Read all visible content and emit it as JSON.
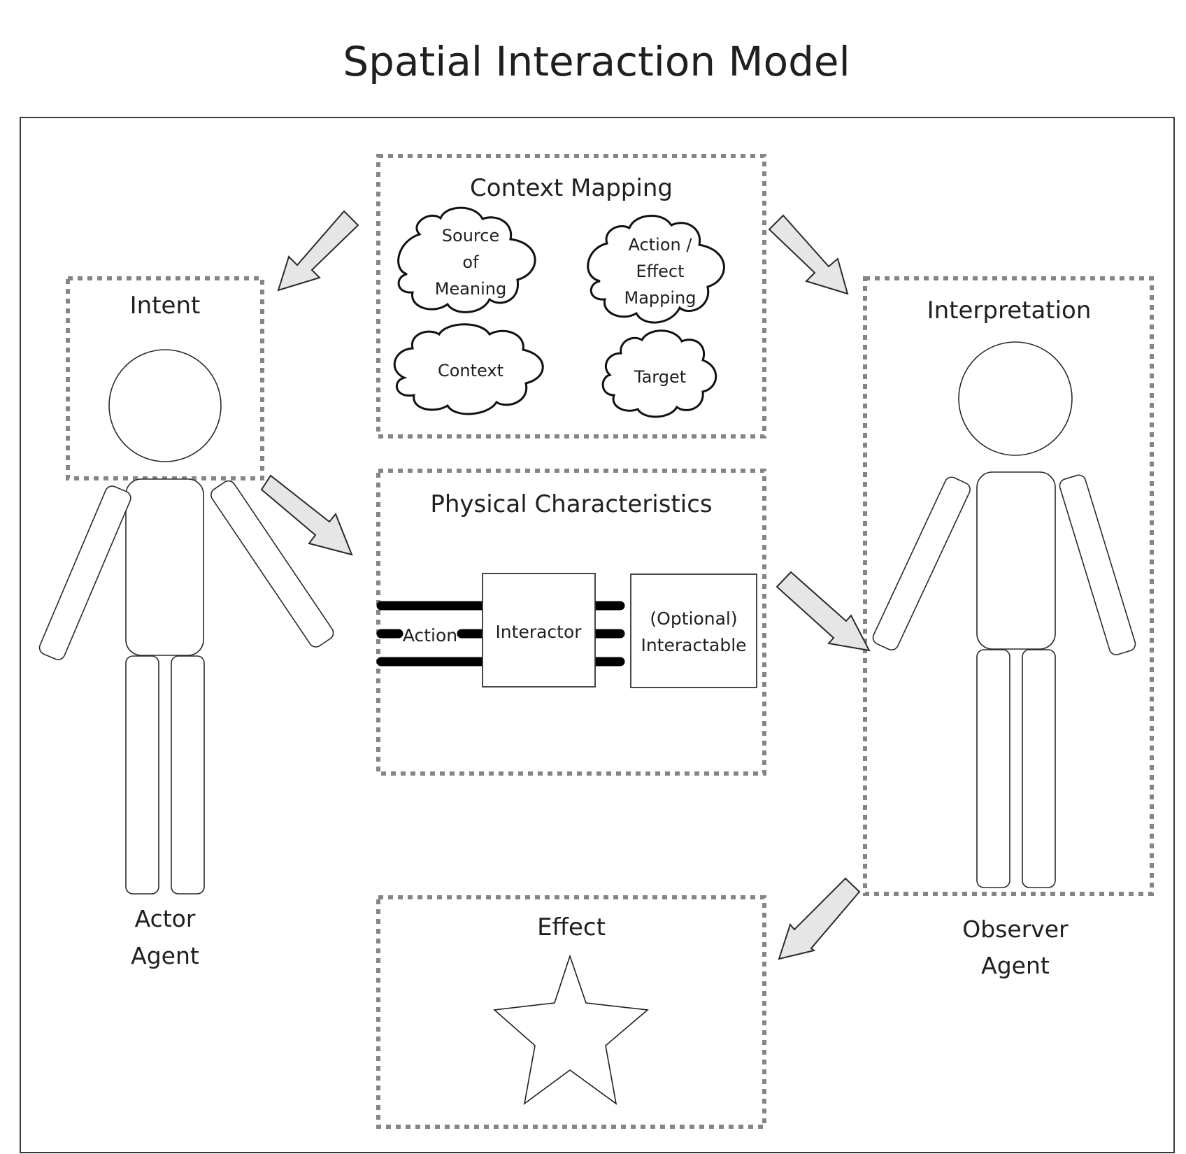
{
  "title": "Spatial Interaction Model",
  "regions": {
    "context_mapping": {
      "label": "Context Mapping",
      "clouds": [
        {
          "lines": [
            "Source",
            "of",
            "Meaning"
          ]
        },
        {
          "lines": [
            "Action /",
            "Effect",
            "Mapping"
          ]
        },
        {
          "lines": [
            "Context"
          ]
        },
        {
          "lines": [
            "Target"
          ]
        }
      ]
    },
    "intent": {
      "label": "Intent"
    },
    "interpretation": {
      "label": "Interpretation"
    },
    "physical_characteristics": {
      "label": "Physical Characteristics",
      "action_label": "Action",
      "interactor_label": "Interactor",
      "interactable_lines": [
        "(Optional)",
        "Interactable"
      ]
    },
    "effect": {
      "label": "Effect"
    }
  },
  "agents": {
    "actor": {
      "lines": [
        "Actor",
        "Agent"
      ]
    },
    "observer": {
      "lines": [
        "Observer",
        "Agent"
      ]
    }
  },
  "flow": [
    {
      "from": "Context Mapping",
      "to": "Intent"
    },
    {
      "from": "Context Mapping",
      "to": "Interpretation"
    },
    {
      "from": "Intent",
      "to": "Physical Characteristics"
    },
    {
      "from": "Physical Characteristics",
      "to": "Interpretation"
    },
    {
      "from": "Interpretation",
      "to": "Effect"
    }
  ],
  "colors": {
    "dotted_border": "#858585",
    "arrow_fill": "#e6e6e6",
    "stroke": "#2a2a2a",
    "text": "#1f1f1f"
  }
}
